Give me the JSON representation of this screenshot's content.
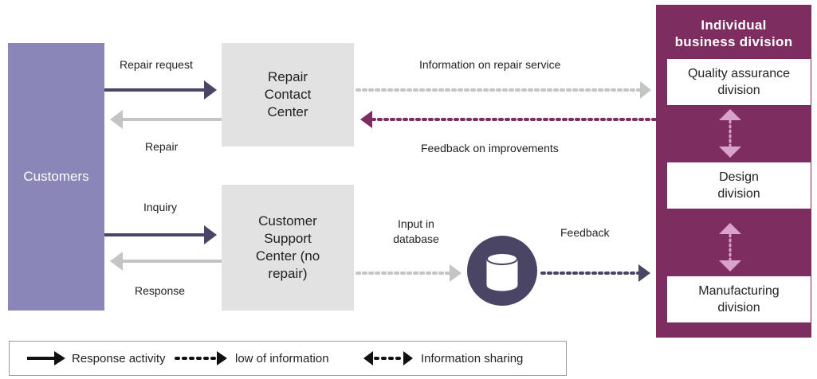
{
  "customers": {
    "label": "Customers"
  },
  "repair_center": {
    "label": [
      "Repair",
      "Contact",
      "Center"
    ]
  },
  "support_center": {
    "label": [
      "Customer",
      "Support",
      "Center (no",
      "repair)"
    ]
  },
  "division": {
    "title": [
      "Individual",
      "business division"
    ],
    "units": [
      {
        "label": [
          "Quality assurance",
          "division"
        ]
      },
      {
        "label": [
          "Design",
          "division"
        ]
      },
      {
        "label": [
          "Manufacturing",
          "division"
        ]
      }
    ]
  },
  "flows": {
    "repair_request": "Repair request",
    "repair": "Repair",
    "inquiry": "Inquiry",
    "response": "Response",
    "info_on_repair_service": "Information on repair service",
    "feedback_on_improvements": "Feedback on improvements",
    "input_in_database": [
      "Input in",
      "database"
    ],
    "feedback": "Feedback"
  },
  "legend": {
    "response_activity": "Response activity",
    "flow_of_information": "low of information",
    "information_sharing": "Information sharing"
  },
  "colors": {
    "customers": "#8a86b8",
    "division": "#7d2d5f",
    "arrow_dark": "#4a4465",
    "arrow_gray": "#c4c4c4",
    "arrow_purple": "#7d2d5f",
    "arrow_pink": "#d9a2cd",
    "database": "#4a4465"
  },
  "icons": {
    "database": "database-icon"
  }
}
